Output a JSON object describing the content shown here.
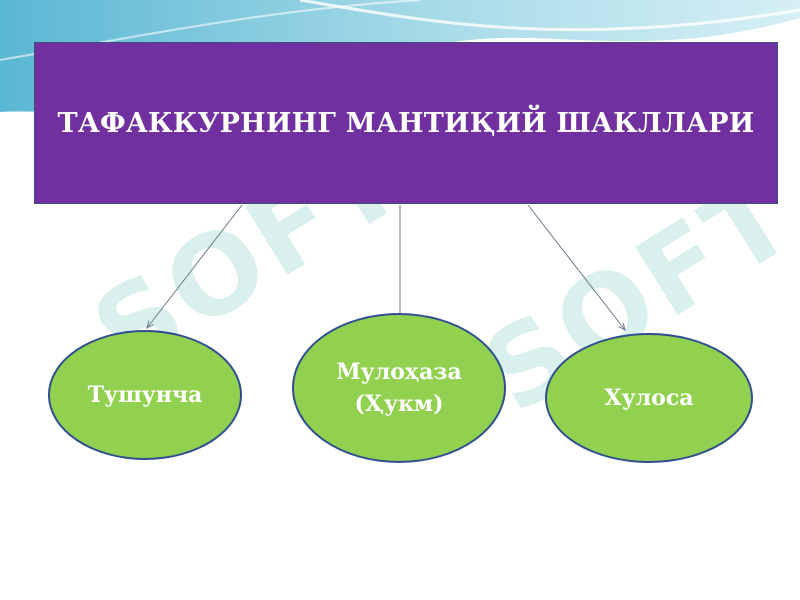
{
  "diagram": {
    "title": "ТАФАККУРНИНГ МАНТИҚИЙ ШАКЛЛАРИ",
    "nodes": [
      {
        "label": "Тушунча"
      },
      {
        "label": "Мулоҳаза (Ҳукм)"
      },
      {
        "label": "Хулоса"
      }
    ]
  },
  "watermark": "SOFT",
  "colors": {
    "title_fill": "#7030a0",
    "node_fill": "#92d050",
    "node_border": "#2f4f8f",
    "text": "#ffffff"
  }
}
